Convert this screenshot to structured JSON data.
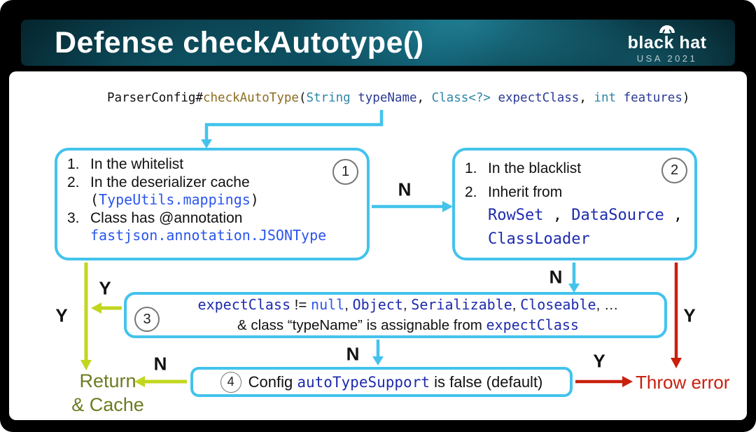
{
  "palette": {
    "cyan": "#43c3ec",
    "chartreuse": "#c2d61f",
    "olive_text": "#6e7b21",
    "red": "#c9200e",
    "navy": "#1e2bae",
    "blue": "#2a55ee",
    "code_navy": "#2b3a94",
    "code_teal": "#2e86a8",
    "func_olive": "#8c6d1f",
    "header_deep": "#041e25",
    "header_teal": "#0d5467"
  },
  "header": {
    "title": "Defense checkAutotype()",
    "logo": {
      "text": "black hat",
      "subtext": "USA 2021"
    }
  },
  "code_signature": {
    "p0": "ParserConfig#",
    "p1": "checkAutoType",
    "p2": "(",
    "p3": "String",
    "p4": " typeName",
    "p5": ", ",
    "p6": "Class<?>",
    "p7": " expectClass",
    "p8": ", ",
    "p9": "int",
    "p10": " features",
    "p11": ")"
  },
  "boxes": {
    "box1": {
      "badge": "1",
      "i1_num": "1.",
      "i1_text": "In the whitelist",
      "i2_num": "2.",
      "i2_text": "In the deserializer cache",
      "i2b_open": "(",
      "i2b_code": "TypeUtils.mappings",
      "i2b_close": ")",
      "i3_num": "3.",
      "i3_text": "Class has @annotation",
      "i3b_code": "fastjson.annotation.JSONType"
    },
    "box2": {
      "badge": "2",
      "i1_num": "1.",
      "i1_text": "In the blacklist",
      "i2_num": "2.",
      "i2_text": "Inherit from",
      "c1": "RowSet",
      "s1": " , ",
      "c2": "DataSource",
      "s2": " ,",
      "c3": "ClassLoader"
    },
    "box3": {
      "badge": "3",
      "l1_c1": "expectClass",
      "l1_op": " != ",
      "l1_null": "null",
      "l1_s1": ", ",
      "l1_c2": "Object",
      "l1_s2": ",  ",
      "l1_c3": "Serializable",
      "l1_s3": ",  ",
      "l1_c4": "Closeable",
      "l1_s4": ",  ",
      "l1_more": "…",
      "l2_t": "& class “typeName” is assignable from ",
      "l2_c": "expectClass"
    },
    "box4": {
      "badge": "4",
      "t1": "Config ",
      "c1": "autoTypeSupport",
      "t2": " is false (default)"
    }
  },
  "flow": {
    "no": "N",
    "yes": "Y",
    "return_line1": "Return",
    "return_line2": "& Cache",
    "throw_label": "Throw error"
  }
}
